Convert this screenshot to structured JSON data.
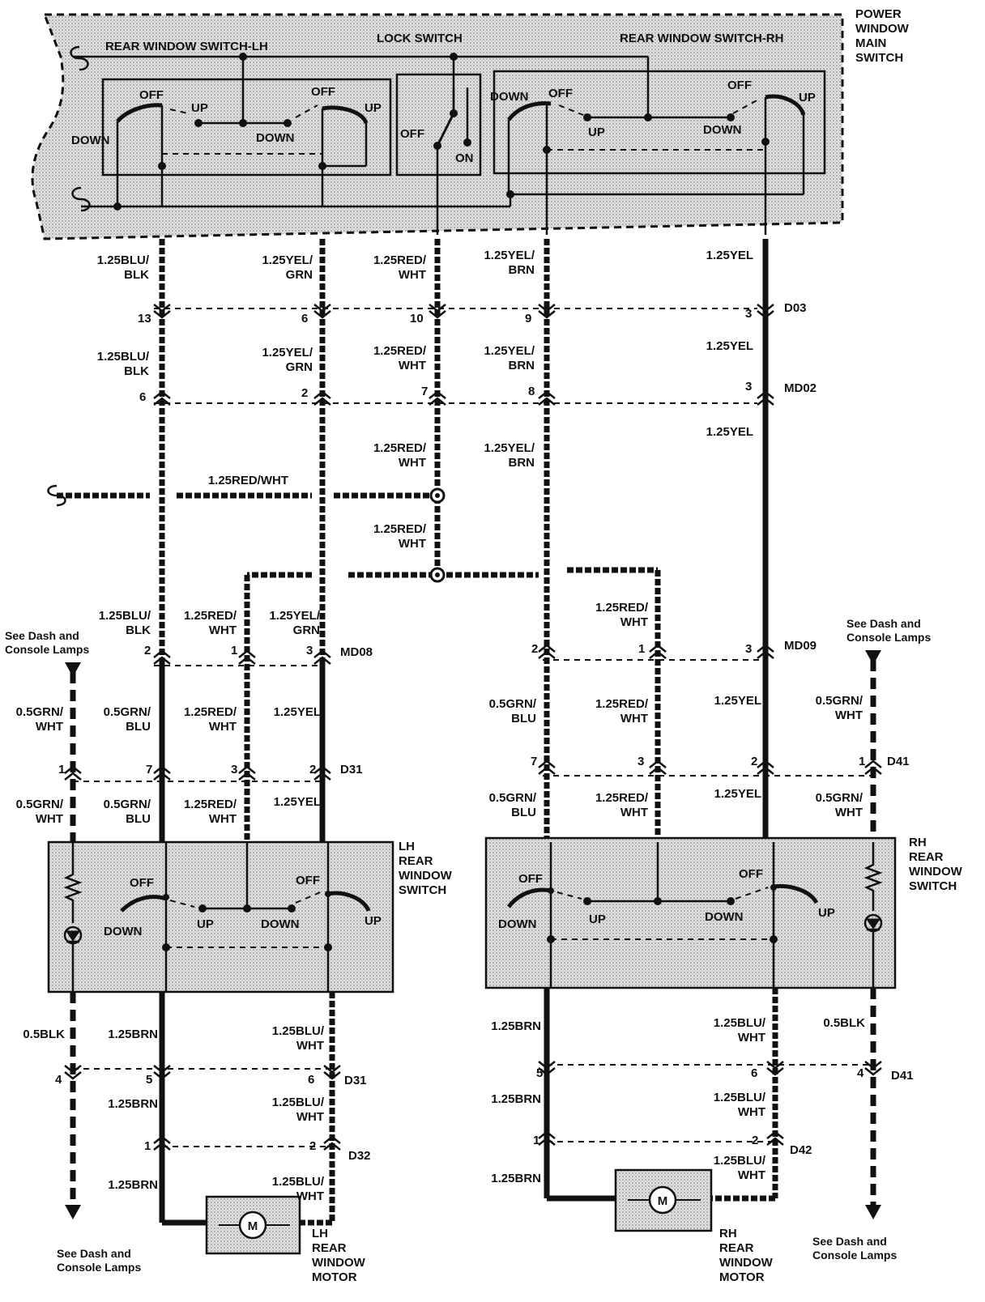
{
  "titles": {
    "power_window_main_switch": [
      "POWER",
      "WINDOW",
      "MAIN",
      "SWITCH"
    ],
    "rear_window_switch_lh": "REAR WINDOW SWITCH-LH",
    "lock_switch": "LOCK SWITCH",
    "rear_window_switch_rh": "REAR WINDOW SWITCH-RH",
    "lh_rear_window_switch": [
      "LH",
      "REAR",
      "WINDOW",
      "SWITCH"
    ],
    "rh_rear_window_switch": [
      "RH",
      "REAR",
      "WINDOW",
      "SWITCH"
    ],
    "lh_rear_window_motor": [
      "LH",
      "REAR",
      "WINDOW",
      "MOTOR"
    ],
    "rh_rear_window_motor": [
      "RH",
      "REAR",
      "WINDOW",
      "MOTOR"
    ],
    "motor_symbol": "M"
  },
  "switch_positions": {
    "off": "OFF",
    "up": "UP",
    "down": "DOWN",
    "on": "ON"
  },
  "references": {
    "see_dash": [
      "See Dash and",
      "Console Lamps"
    ]
  },
  "connectors": {
    "d03": "D03",
    "md02": "MD02",
    "md08": "MD08",
    "md09": "MD09",
    "d31": "D31",
    "d41": "D41",
    "d32": "D32",
    "d42": "D42"
  },
  "wires": {
    "blu_blk": [
      "1.25BLU/",
      "BLK"
    ],
    "yel_grn": [
      "1.25YEL/",
      "GRN"
    ],
    "red_wht": [
      "1.25RED/",
      "WHT"
    ],
    "yel_brn": [
      "1.25YEL/",
      "BRN"
    ],
    "yel": "1.25YEL",
    "red_wht_single": "1.25RED/WHT",
    "grn_wht_05": [
      "0.5GRN/",
      "WHT"
    ],
    "grn_blu_05": [
      "0.5GRN/",
      "BLU"
    ],
    "blk_05": "0.5BLK",
    "brn": "1.25BRN",
    "blu_wht": [
      "1.25BLU/",
      "WHT"
    ]
  },
  "pins": {
    "p1": "1",
    "p2": "2",
    "p3": "3",
    "p4": "4",
    "p5": "5",
    "p6": "6",
    "p7": "7",
    "p8": "8",
    "p9": "9",
    "p10": "10",
    "p13": "13"
  }
}
